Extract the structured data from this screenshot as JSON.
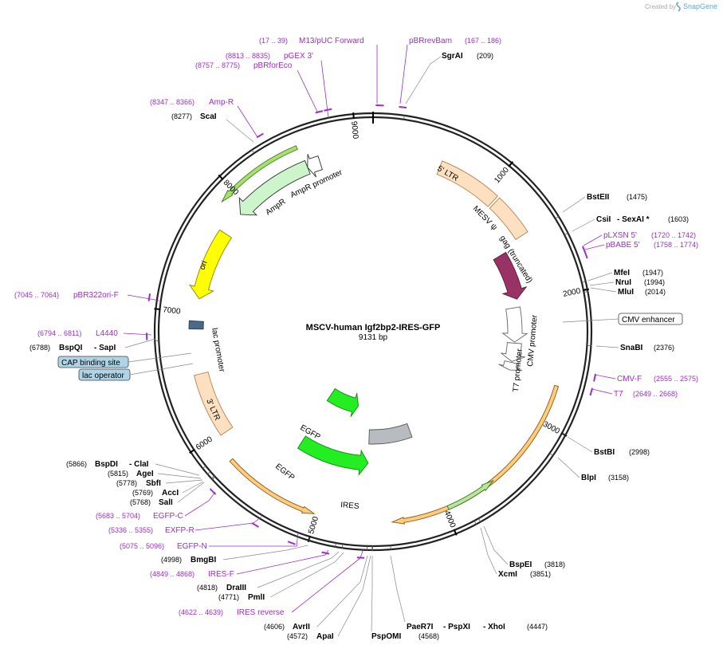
{
  "credit": {
    "created_by": "Created by",
    "brand": "SnapGene",
    "icon": "snapgene-logo-icon"
  },
  "plasmid": {
    "name": "MSCV-human Igf2bp2-IRES-GFP",
    "size_text": "9131 bp",
    "length": 9131
  },
  "ticks": [
    {
      "pos": 1000,
      "label": "1000"
    },
    {
      "pos": 2000,
      "label": "2000"
    },
    {
      "pos": 3000,
      "label": "3000"
    },
    {
      "pos": 4000,
      "label": "4000"
    },
    {
      "pos": 5000,
      "label": "5000"
    },
    {
      "pos": 6000,
      "label": "6000"
    },
    {
      "pos": 7000,
      "label": "7000"
    },
    {
      "pos": 8000,
      "label": "8000"
    },
    {
      "pos": 9000,
      "label": "9000"
    }
  ],
  "enzymes": [
    {
      "name": "SgrAI",
      "pos_text": "(209)",
      "site": 209
    },
    {
      "name": "BstEII",
      "pos_text": "(1475)",
      "site": 1475
    },
    {
      "name": "CsiI",
      "name2": "SexAI *",
      "pos_text": "(1603)",
      "site": 1603
    },
    {
      "name": "MfeI",
      "pos_text": "(1947)",
      "site": 1947
    },
    {
      "name": "NruI",
      "pos_text": "(1994)",
      "site": 1994
    },
    {
      "name": "MluI",
      "pos_text": "(2014)",
      "site": 2014
    },
    {
      "name": "SnaBI",
      "pos_text": "(2376)",
      "site": 2376
    },
    {
      "name": "BstBI",
      "pos_text": "(2998)",
      "site": 2998
    },
    {
      "name": "BlpI",
      "pos_text": "(3158)",
      "site": 3158
    },
    {
      "name": "BspEI",
      "pos_text": "(3818)",
      "site": 3818
    },
    {
      "name": "XcmI",
      "pos_text": "(3851)",
      "site": 3851
    },
    {
      "name": "PaeR7I",
      "name2": "PspXI",
      "name3": "XhoI",
      "pos_text": "(4447)",
      "site": 4447
    },
    {
      "name": "PspOMI",
      "pos_text": "(4568)",
      "site": 4568
    },
    {
      "name": "ApaI",
      "pos_text": "(4572)",
      "site": 4572
    },
    {
      "name": "AvrII",
      "pos_text": "(4606)",
      "site": 4606
    },
    {
      "name": "PmlI",
      "pos_text": "(4771)",
      "site": 4771
    },
    {
      "name": "DraIII",
      "pos_text": "(4818)",
      "site": 4818
    },
    {
      "name": "BmgBI",
      "pos_text": "(4998)",
      "site": 4998
    },
    {
      "name": "SalI",
      "pos_text": "(5768)",
      "site": 5768
    },
    {
      "name": "AccI",
      "pos_text": "(5769)",
      "site": 5769
    },
    {
      "name": "SbfI",
      "pos_text": "(5778)",
      "site": 5778
    },
    {
      "name": "AgeI",
      "pos_text": "(5815)",
      "site": 5815
    },
    {
      "name": "BspDI",
      "name2": "ClaI",
      "pos_text": "(5866)",
      "site": 5866
    },
    {
      "name": "BspQI",
      "name2": "SapI",
      "pos_text": "(6788)",
      "site": 6788
    },
    {
      "name": "ScaI",
      "pos_text": "(8277)",
      "site": 8277
    }
  ],
  "primers": [
    {
      "name": "M13/pUC Forward",
      "pos_text": "(17 .. 39)",
      "start": 17,
      "end": 39
    },
    {
      "name": "pBRrevBam",
      "pos_text": "(167 .. 186)",
      "start": 167,
      "end": 186
    },
    {
      "name": "pLXSN 5'",
      "pos_text": "(1720 .. 1742)",
      "start": 1720,
      "end": 1742
    },
    {
      "name": "pBABE 5'",
      "pos_text": "(1758 .. 1774)",
      "start": 1758,
      "end": 1774
    },
    {
      "name": "CMV-F",
      "pos_text": "(2555 .. 2575)",
      "start": 2555,
      "end": 2575
    },
    {
      "name": "T7",
      "pos_text": "(2649 .. 2668)",
      "start": 2649,
      "end": 2668
    },
    {
      "name": "IRES reverse",
      "pos_text": "(4622 .. 4639)",
      "start": 4622,
      "end": 4639
    },
    {
      "name": "IRES-F",
      "pos_text": "(4849 .. 4868)",
      "start": 4849,
      "end": 4868
    },
    {
      "name": "EGFP-N",
      "pos_text": "(5075 .. 5096)",
      "start": 5075,
      "end": 5096
    },
    {
      "name": "EXFP-R",
      "pos_text": "(5336 .. 5355)",
      "start": 5336,
      "end": 5355
    },
    {
      "name": "EGFP-C",
      "pos_text": "(5683 .. 5704)",
      "start": 5683,
      "end": 5704
    },
    {
      "name": "L4440",
      "pos_text": "(6794 .. 6811)",
      "start": 6794,
      "end": 6811
    },
    {
      "name": "pBR322ori-F",
      "pos_text": "(7045 .. 7064)",
      "start": 7045,
      "end": 7064
    },
    {
      "name": "Amp-R",
      "pos_text": "(8347 .. 8366)",
      "start": 8347,
      "end": 8366
    },
    {
      "name": "pBRforEco",
      "pos_text": "(8757 .. 8775)",
      "start": 8757,
      "end": 8775
    },
    {
      "name": "pGEX 3'",
      "pos_text": "(8813 .. 8835)",
      "start": 8813,
      "end": 8835
    }
  ],
  "features": [
    {
      "name": "5' LTR",
      "start": 560,
      "end": 1080,
      "r": 222,
      "color": "#fde0c0",
      "stroke": "#b08050",
      "dir": "none"
    },
    {
      "name": "MESV ψ",
      "start": 1100,
      "end": 1450,
      "r": 222,
      "color": "#fde0c0",
      "stroke": "#b08050",
      "dir": "none"
    },
    {
      "name": "gag (truncated)",
      "start": 1500,
      "end": 1960,
      "r": 185,
      "color": "#993366",
      "stroke": "#5a1a3a",
      "dir": "cw"
    },
    {
      "name": "CMV enhancer",
      "start": 2040,
      "end": 2390,
      "r": 178,
      "color": "#ffffff",
      "stroke": "#666666",
      "dir": "cw"
    },
    {
      "name": "CMV promoter",
      "start": 2400,
      "end": 2590,
      "r": 178,
      "color": "#ffffff",
      "stroke": "#666666",
      "dir": "cw"
    },
    {
      "name": "T7 promoter",
      "start": 2600,
      "end": 2680,
      "r": 178,
      "color": "#ffffff",
      "stroke": "#666666",
      "dir": "cw"
    },
    {
      "name": "Igf2bp2-outer",
      "start": 2700,
      "end": 4420,
      "r": 240,
      "color": "#ffcc80",
      "stroke": "#8a5a10",
      "dir": "cw"
    },
    {
      "name": "Igf2bp2-inner",
      "start": 3580,
      "end": 3980,
      "r": 240,
      "color": "#b8e6a0",
      "stroke": "#3a7a1a",
      "dir": "ccw"
    },
    {
      "name": "IRES",
      "start": 4050,
      "end": 4620,
      "r": 132,
      "color": "#b8bcc0",
      "stroke": "#555555",
      "dir": "none"
    },
    {
      "name": "EGFP",
      "start": 4620,
      "end": 5400,
      "r": 165,
      "color": "#22ee22",
      "stroke": "#118811",
      "dir": "ccw"
    },
    {
      "name": "EGFP",
      "start": 4850,
      "end": 5420,
      "r": 95,
      "color": "#22ee22",
      "stroke": "#118811",
      "dir": "ccw"
    },
    {
      "name": "EGFP-orange",
      "start": 5020,
      "end": 5780,
      "r": 240,
      "color": "#ffcc80",
      "stroke": "#8a5a10",
      "dir": "ccw"
    },
    {
      "name": "3' LTR",
      "start": 5980,
      "end": 6500,
      "r": 222,
      "color": "#fde0c0",
      "stroke": "#b08050",
      "dir": "none"
    },
    {
      "name": "lac promoter",
      "start": 6870,
      "end": 6935,
      "r": 222,
      "color": "#4a6a8a",
      "stroke": "#2a3a4a",
      "dir": "none"
    },
    {
      "name": "ori",
      "start": 7120,
      "end": 7700,
      "r": 222,
      "color": "#ffff00",
      "stroke": "#888800",
      "dir": "ccw"
    },
    {
      "name": "AmpR",
      "start": 7900,
      "end": 8580,
      "r": 222,
      "color": "#ccf5cc",
      "stroke": "#333333",
      "dir": "ccw"
    },
    {
      "name": "AmpR-highlight",
      "start": 7880,
      "end": 8560,
      "r": 250,
      "color": "#a8e070",
      "stroke": "#3a7a1a",
      "dir": "ccw"
    },
    {
      "name": "AmpR promoter",
      "start": 8580,
      "end": 8690,
      "r": 222,
      "color": "#ffffff",
      "stroke": "#333333",
      "dir": "ccw"
    }
  ],
  "feature_labels": [
    {
      "text": "5' LTR"
    },
    {
      "text": "MESV ψ"
    },
    {
      "text": "gag (truncated)"
    },
    {
      "text": "CMV promoter"
    },
    {
      "text": "T7 promoter"
    },
    {
      "text": "IRES"
    },
    {
      "text": "EGFP"
    },
    {
      "text": "EGFP"
    },
    {
      "text": "3' LTR"
    },
    {
      "text": "lac promoter"
    },
    {
      "text": "ori"
    },
    {
      "text": "AmpR"
    },
    {
      "text": "AmpR promoter"
    }
  ],
  "boxed_labels": [
    {
      "text": "CMV enhancer",
      "color": "#ffffff"
    },
    {
      "text": "CAP binding site",
      "color": "#aed4e6"
    },
    {
      "text": "lac operator",
      "color": "#aed4e6"
    }
  ],
  "colors": {
    "primer": "#9b2fc7",
    "backbone": "#222222",
    "leader": "#888888"
  }
}
